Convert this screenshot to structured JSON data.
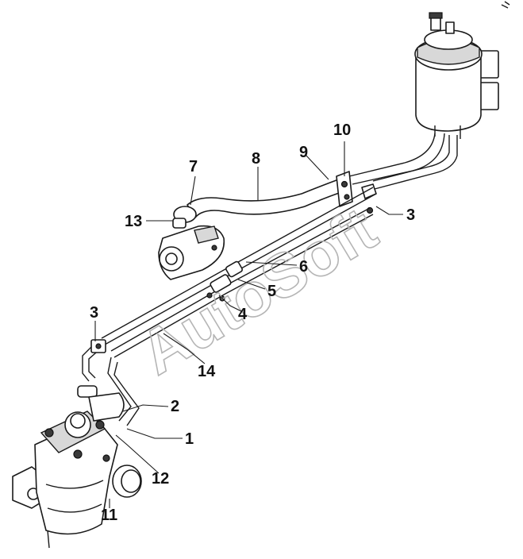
{
  "watermark": "AutoSoft",
  "callouts": [
    {
      "id": "c1",
      "label": "1"
    },
    {
      "id": "c2",
      "label": "2"
    },
    {
      "id": "c3a",
      "label": "3"
    },
    {
      "id": "c3b",
      "label": "3"
    },
    {
      "id": "c4",
      "label": "4"
    },
    {
      "id": "c5",
      "label": "5"
    },
    {
      "id": "c6",
      "label": "6"
    },
    {
      "id": "c7",
      "label": "7"
    },
    {
      "id": "c8",
      "label": "8"
    },
    {
      "id": "c9",
      "label": "9"
    },
    {
      "id": "c10",
      "label": "10"
    },
    {
      "id": "c11",
      "label": "11"
    },
    {
      "id": "c12",
      "label": "12"
    },
    {
      "id": "c13",
      "label": "13"
    },
    {
      "id": "c14",
      "label": "14"
    }
  ]
}
